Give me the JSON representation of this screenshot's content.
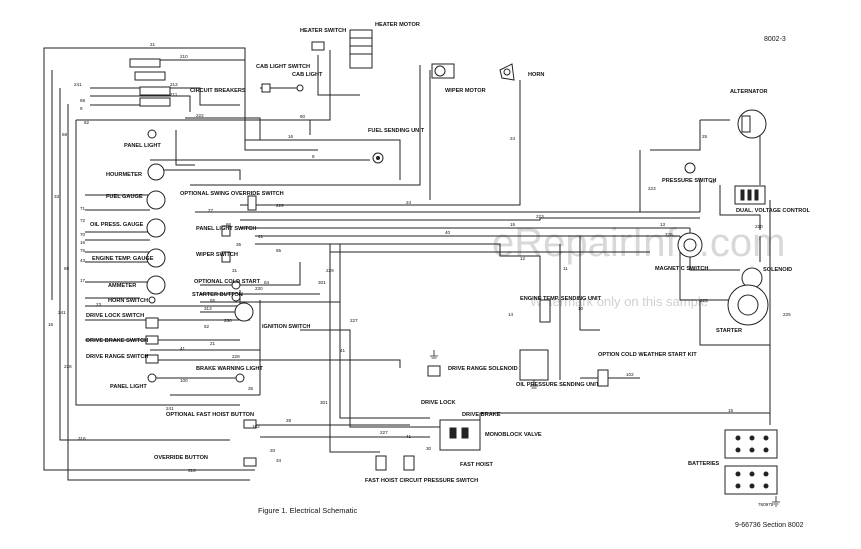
{
  "doc": {
    "ref_top": "8002-3",
    "figure_caption": "Figure 1.  Electrical Schematic",
    "image_no": "760975",
    "footer": "9-66736 Section 8002",
    "watermark": "eRepairInfo.com",
    "watermark_sub": "Watermark only on this sample"
  },
  "labels": {
    "heater_switch": "HEATER SWITCH",
    "heater_motor": "HEATER MOTOR",
    "cab_light_switch": "CAB LIGHT SWITCH",
    "cab_light": "CAB LIGHT",
    "wiper_motor": "WIPER MOTOR",
    "horn": "HORN",
    "alternator": "ALTERNATOR",
    "circuit_breakers": "CIRCUIT BREAKERS",
    "panel_light": "PANEL LIGHT",
    "fuel_sending_unit": "FUEL SENDING UNIT",
    "hourmeter": "HOURMETER",
    "fuel_gauge": "FUEL GAUGE",
    "optional_swing_override_switch": "OPTIONAL SWING OVERRIDE SWITCH",
    "oil_press_gauge": "OIL PRESS. GAUGE",
    "panel_light_switch": "PANEL LIGHT SWITCH",
    "engine_temp_gauge": "ENGINE TEMP. GAUGE",
    "wiper_switch": "WIPER SWITCH",
    "ammeter": "AMMETER",
    "optional_cold_start": "OPTIONAL COLD START",
    "starter_button": "STARTER BUTTON",
    "horn_switch": "HORN SWITCH",
    "drive_lock_switch": "DRIVE LOCK SWITCH",
    "ignition_switch": "IGNITION SWITCH",
    "drive_brake_switch": "DRIVE BRAKE SWITCH",
    "drive_range_switch": "DRIVE RANGE SWITCH",
    "brake_warning_light": "BRAKE WARNING LIGHT",
    "panel_light_2": "PANEL LIGHT",
    "drive_range_solenoid": "DRIVE RANGE SOLENOID",
    "pressure_switch": "PRESSURE SWITCH",
    "dual_voltage_control": "DUAL. VOLTAGE CONTROL",
    "magnetic_switch": "MAGNETIC SWITCH",
    "solenoid": "SOLENOID",
    "starter": "STARTER",
    "engine_temp_sending_unit": "ENGINE TEMP. SENDING UNIT",
    "oil_pressure_sending_unit": "OIL PRESSURE SENDING UNIT",
    "option_cold_weather_start_kit": "OPTION COLD WEATHER START KIT",
    "optional_fast_hoist_button": "OPTIONAL FAST HOIST BUTTON",
    "override_button": "OVERRIDE BUTTON",
    "drive_lock": "DRIVE LOCK",
    "drive_brake": "DRIVE BRAKE",
    "monoblock_valve": "MONOBLOCK VALVE",
    "fast_hoist": "FAST HOIST",
    "fast_hoist_circuit_pressure_switch": "FAST HOIST CIRCUIT PRESSURE SWITCH",
    "batteries": "BATTERIES"
  },
  "wire_numbers": {
    "w21": "21",
    "w210": "210",
    "w212": "212",
    "w211": "211",
    "w241": "241",
    "w68": "68",
    "w9": "9",
    "w62": "62",
    "w222": "222",
    "w60": "60",
    "w16": "16",
    "w8": "8",
    "w24": "24",
    "w25": "25",
    "w42": "42",
    "w223": "223",
    "w15": "15",
    "w13": "13",
    "w40": "40",
    "w220": "220",
    "w11": "11",
    "w225": "225",
    "w226": "226",
    "w229": "229",
    "w301": "301",
    "w227": "227",
    "w102": "102",
    "w162": "162",
    "w316": "316",
    "w28": "28",
    "w30": "30",
    "w34": "34",
    "w33": "33",
    "w71": "71",
    "w75": "75",
    "w72": "72",
    "w70": "70",
    "w43": "43",
    "w17": "17",
    "w23": "23",
    "w228": "228",
    "w100": "100",
    "w230": "230",
    "w250": "250",
    "w313": "313",
    "w52": "52",
    "w31": "31",
    "w27": "27",
    "w66": "66",
    "w65": "65",
    "w64": "64",
    "w41": "41",
    "w35": "35",
    "w55": "55",
    "w20": "20",
    "w14": "14",
    "w10": "10",
    "w12": "12"
  }
}
